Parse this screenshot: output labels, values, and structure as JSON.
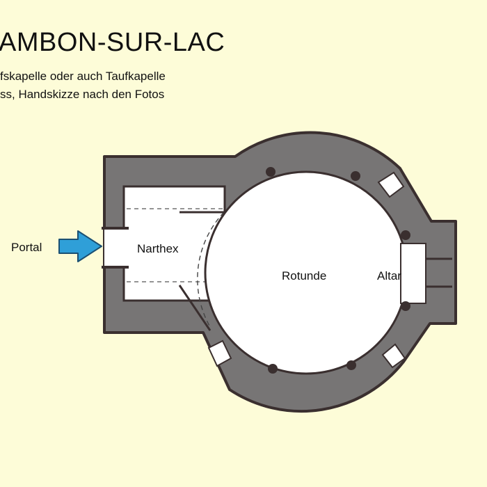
{
  "header": {
    "title": "AMBON-SUR-LAC",
    "subtitle_line1": "fskapelle oder auch Taufkapelle",
    "subtitle_line2": "ss, Handskizze nach den Fotos"
  },
  "plan": {
    "labels": {
      "portal": "Portal",
      "narthex": "Narthex",
      "rotunde": "Rotunde",
      "altar": "Altar"
    },
    "colors": {
      "background": "#fdfcd8",
      "wall": "#777575",
      "wall_outline": "#3a2f2f",
      "floor": "#ffffff",
      "arrow": "#2f9fd8"
    }
  }
}
